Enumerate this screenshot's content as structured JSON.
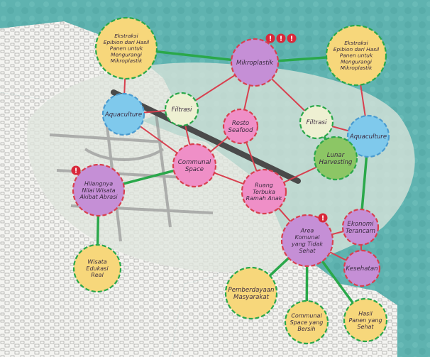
{
  "colors": {
    "sea": "#5fb3b0",
    "land": "#f3f3ef",
    "zone": "#dfe6dc",
    "link_green": "#2aa84a",
    "link_red": "#d8404f",
    "yellow": "#f7d77b",
    "pink": "#ef8fc7",
    "purple": "#c58fd6",
    "blue": "#7fc9ec",
    "cream": "#eef0d2",
    "green": "#8cc665",
    "alert": "#d9283a"
  },
  "nodes": [
    {
      "id": "ekstraksi-left",
      "lines": [
        "Ekstraksi",
        "Epibion dari Hasil",
        "Panen untuk",
        "Mengurangi",
        "Mikroplastik"
      ],
      "fill": "yellow",
      "border": "green",
      "r": 43
    },
    {
      "id": "mikroplastik",
      "lines": [
        "Mikroplastik"
      ],
      "fill": "purple",
      "border": "red",
      "r": 33
    },
    {
      "id": "ekstraksi-right",
      "lines": [
        "Ekstraksi",
        "Epibion dari Hasil",
        "Panen untuk",
        "Mengurangi",
        "Mikroplastik"
      ],
      "fill": "yellow",
      "border": "green",
      "r": 42
    },
    {
      "id": "aquaculture-left",
      "lines": [
        "Aquaculture"
      ],
      "fill": "blue",
      "border": "blue",
      "r": 29
    },
    {
      "id": "filtrasi-left",
      "lines": [
        "Filtrasi"
      ],
      "fill": "cream",
      "border": "green",
      "r": 23
    },
    {
      "id": "resto-seafood",
      "lines": [
        "Resto",
        "Seafood"
      ],
      "fill": "pink",
      "border": "red",
      "r": 24
    },
    {
      "id": "filtrasi-right",
      "lines": [
        "Filtrasi"
      ],
      "fill": "cream",
      "border": "green",
      "r": 23
    },
    {
      "id": "aquaculture-right",
      "lines": [
        "Aquaculture"
      ],
      "fill": "blue",
      "border": "blue",
      "r": 29
    },
    {
      "id": "communal-space",
      "lines": [
        "Communal",
        "Space"
      ],
      "fill": "pink",
      "border": "red",
      "r": 30
    },
    {
      "id": "lunar-harvesting",
      "lines": [
        "Lunar",
        "Harvesting"
      ],
      "fill": "green",
      "border": "green",
      "r": 30
    },
    {
      "id": "ruang-terbuka",
      "lines": [
        "Ruang",
        "Terbuka",
        "Ramah Anak"
      ],
      "fill": "pink",
      "border": "red",
      "r": 31
    },
    {
      "id": "hilangnya",
      "lines": [
        "Hilangnya",
        "Nilai Wisata",
        "Akibat Abrasi"
      ],
      "fill": "purple",
      "border": "red",
      "r": 36
    },
    {
      "id": "ekonomi",
      "lines": [
        "Ekonomi",
        "Terancam"
      ],
      "fill": "purple",
      "border": "red",
      "r": 25
    },
    {
      "id": "area-komunal",
      "lines": [
        "Area",
        "Komunal",
        "yang Tidak",
        "Sehat"
      ],
      "fill": "purple",
      "border": "red",
      "r": 36
    },
    {
      "id": "kesehatan",
      "lines": [
        "Kesehatan"
      ],
      "fill": "purple",
      "border": "red",
      "r": 25
    },
    {
      "id": "wisata-edukasi",
      "lines": [
        "Wisata",
        "Edukasi",
        "Real"
      ],
      "fill": "yellow",
      "border": "green",
      "r": 33
    },
    {
      "id": "pemberdayaan",
      "lines": [
        "Pemberdayaan",
        "Masyarakat"
      ],
      "fill": "yellow",
      "border": "green",
      "r": 36
    },
    {
      "id": "communal-bersih",
      "lines": [
        "Communal",
        "Space yang",
        "Bersih"
      ],
      "fill": "yellow",
      "border": "green",
      "r": 30
    },
    {
      "id": "hasil-panen",
      "lines": [
        "Hasil",
        "Panen yang",
        "Sehat"
      ],
      "fill": "yellow",
      "border": "green",
      "r": 30
    }
  ],
  "links": [
    {
      "from": "ekstraksi-left",
      "to": "mikroplastik",
      "color": "link_green"
    },
    {
      "from": "mikroplastik",
      "to": "ekstraksi-right",
      "color": "link_green"
    },
    {
      "from": "ekstraksi-left",
      "to": "aquaculture-left",
      "color": "link_red"
    },
    {
      "from": "aquaculture-left",
      "to": "filtrasi-left",
      "color": "link_red"
    },
    {
      "from": "filtrasi-left",
      "to": "mikroplastik",
      "color": "link_red"
    },
    {
      "from": "mikroplastik",
      "to": "resto-seafood",
      "color": "link_red"
    },
    {
      "from": "mikroplastik",
      "to": "filtrasi-right",
      "color": "link_red"
    },
    {
      "from": "filtrasi-right",
      "to": "aquaculture-right",
      "color": "link_red"
    },
    {
      "from": "ekstraksi-right",
      "to": "aquaculture-right",
      "color": "link_red"
    },
    {
      "from": "aquaculture-left",
      "to": "communal-space",
      "color": "link_red"
    },
    {
      "from": "filtrasi-left",
      "to": "communal-space",
      "color": "link_red"
    },
    {
      "from": "resto-seafood",
      "to": "communal-space",
      "color": "link_red"
    },
    {
      "from": "resto-seafood",
      "to": "ruang-terbuka",
      "color": "link_red"
    },
    {
      "from": "communal-space",
      "to": "ruang-terbuka",
      "color": "link_red"
    },
    {
      "from": "communal-space",
      "to": "hilangnya",
      "color": "link_green"
    },
    {
      "from": "lunar-harvesting",
      "to": "ruang-terbuka",
      "color": "link_red"
    },
    {
      "from": "filtrasi-right",
      "to": "lunar-harvesting",
      "color": "link_green"
    },
    {
      "from": "aquaculture-right",
      "to": "lunar-harvesting",
      "color": "link_red"
    },
    {
      "from": "aquaculture-right",
      "to": "ekonomi",
      "color": "link_green"
    },
    {
      "from": "ruang-terbuka",
      "to": "area-komunal",
      "color": "link_red"
    },
    {
      "from": "ekonomi",
      "to": "area-komunal",
      "color": "link_red"
    },
    {
      "from": "ekonomi",
      "to": "kesehatan",
      "color": "link_red"
    },
    {
      "from": "area-komunal",
      "to": "kesehatan",
      "color": "link_red"
    },
    {
      "from": "hilangnya",
      "to": "wisata-edukasi",
      "color": "link_green"
    },
    {
      "from": "area-komunal",
      "to": "pemberdayaan",
      "color": "link_green"
    },
    {
      "from": "area-komunal",
      "to": "communal-bersih",
      "color": "link_green"
    },
    {
      "from": "area-komunal",
      "to": "hasil-panen",
      "color": "link_green"
    }
  ],
  "alerts": [
    {
      "near": "mikroplastik",
      "count": 3,
      "symbol": "!"
    },
    {
      "near": "hilangnya",
      "count": 1,
      "symbol": "!"
    },
    {
      "near": "area-komunal",
      "count": 1,
      "symbol": "!"
    }
  ]
}
